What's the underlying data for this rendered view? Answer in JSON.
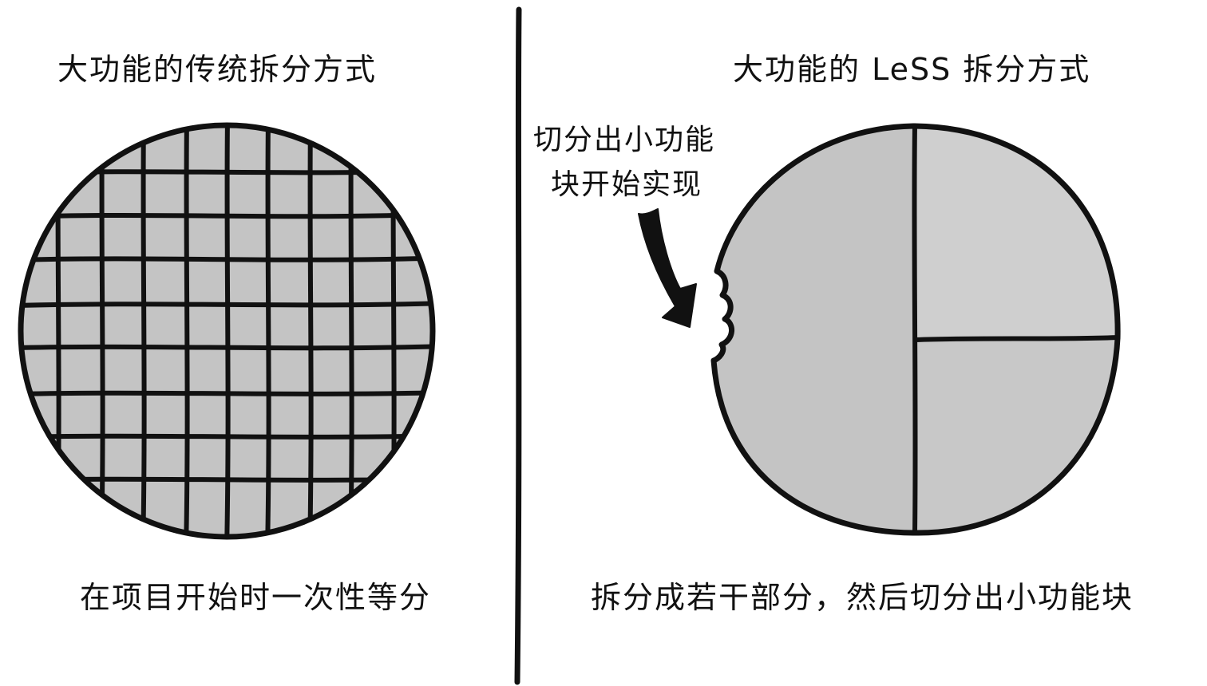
{
  "left_panel": {
    "title": "大功能的传统拆分方式",
    "caption": "在项目开始时一次性等分"
  },
  "right_panel": {
    "title": "大功能的 LeSS 拆分方式",
    "caption": "拆分成若干部分，然后切分出小功能块",
    "annotation_line1": "切分出小功能",
    "annotation_line2": "块开始实现"
  },
  "colors": {
    "fill": "#c4c4c4",
    "fill_light": "#cfcfcf",
    "stroke": "#111111",
    "background": "#ffffff"
  }
}
